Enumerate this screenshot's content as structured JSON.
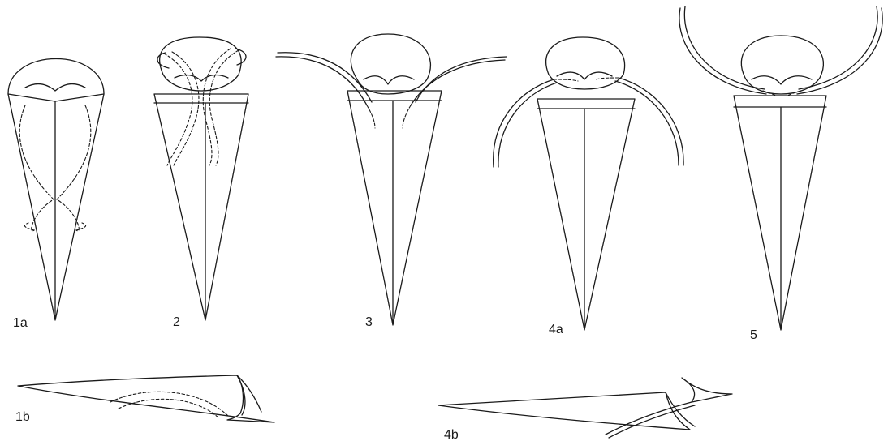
{
  "figure": {
    "labels": {
      "f1a": "1a",
      "f1b": "1b",
      "f2": "2",
      "f3": "3",
      "f4a": "4a",
      "f4b": "4b",
      "f5": "5"
    }
  }
}
